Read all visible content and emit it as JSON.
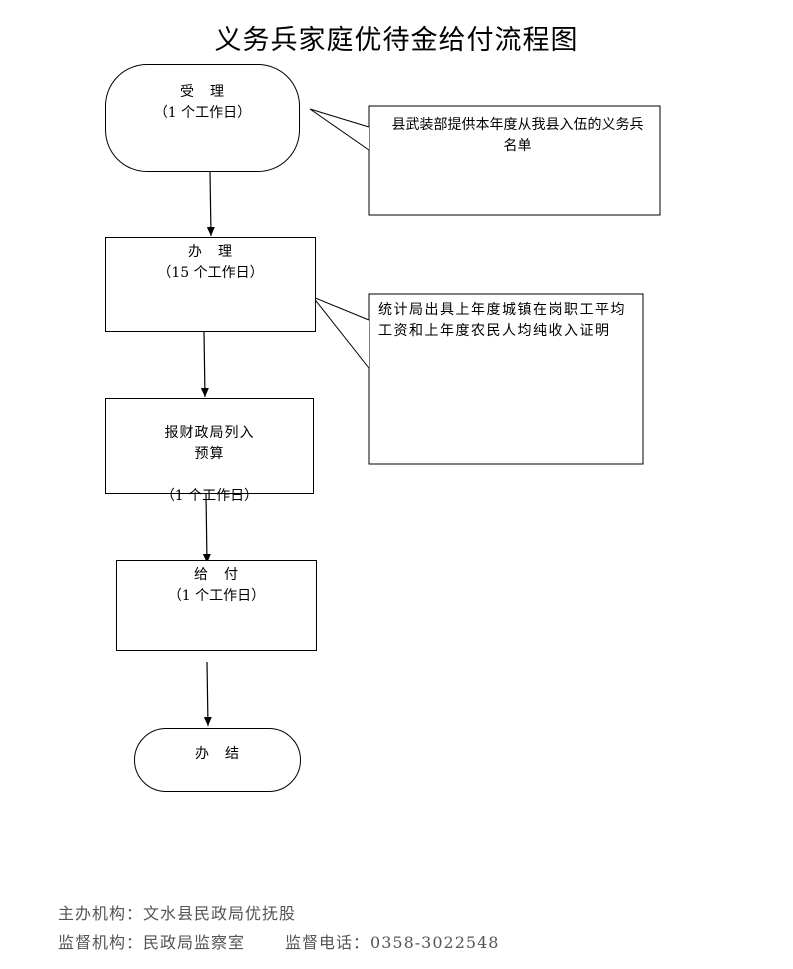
{
  "title": "义务兵家庭优待金给付流程图",
  "steps": [
    {
      "label": "受　理",
      "duration": "（1 个工作日）"
    },
    {
      "label": "办　理",
      "duration": "（15 个工作日）"
    },
    {
      "label": "报财政局列入\n预算",
      "duration": "（1 个工作日）"
    },
    {
      "label": "给　付",
      "duration": "（1 个工作日）"
    },
    {
      "label": "办　结"
    }
  ],
  "notes": [
    "县武装部提供本年度从我县入伍的义务兵名单",
    "统计局出具上年度城镇在岗职工平均工资和上年度农民人均纯收入证明"
  ],
  "footer": {
    "organizer_label": "主办机构：",
    "organizer": "文水县民政局优抚股",
    "supervisor_label": "监督机构：",
    "supervisor": "民政局监察室",
    "phone_label": "监督电话：",
    "phone": "0358-3022548"
  }
}
